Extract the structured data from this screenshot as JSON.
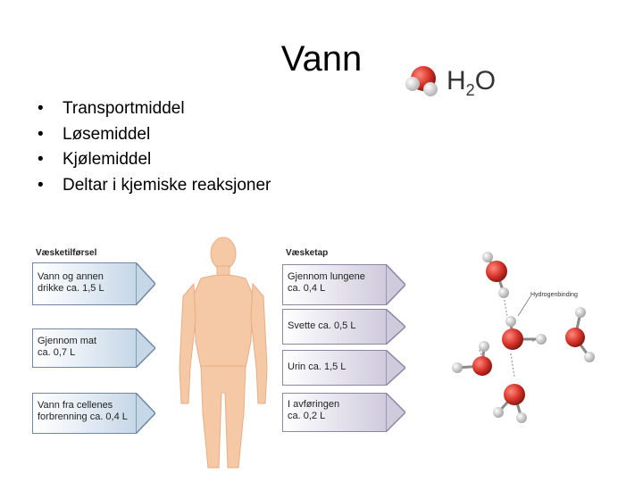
{
  "slide": {
    "title": "Vann",
    "bullets": [
      "Transportmiddel",
      "Løsemiddel",
      "Kjølemiddel",
      "Deltar i kjemiske reaksjoner"
    ],
    "formula": {
      "main": "H",
      "sub": "2",
      "tail": "O"
    }
  },
  "figure": {
    "intake_label": "Væsketilførsel",
    "intake": [
      {
        "line1": "Vann og annen",
        "line2": "drikke ca. 1,5 L"
      },
      {
        "line1": "Gjennom mat",
        "line2": "ca. 0,7 L"
      },
      {
        "line1": "Vann fra cellenes",
        "line2": "forbrenning ca. 0,4 L"
      }
    ],
    "loss_label": "Væsketap",
    "loss": [
      {
        "line1": "Gjennom lungene",
        "line2": "ca. 0,4 L"
      },
      {
        "line1": "Svette ca. 0,5 L",
        "line2": ""
      },
      {
        "line1": "Urin ca. 1,5 L",
        "line2": ""
      },
      {
        "line1": "I avføringen",
        "line2": "ca. 0,2 L"
      }
    ],
    "molecule_label": "Hydrogenbinding"
  },
  "colors": {
    "oxygen": "#d9362b",
    "hydrogen": "#d8d8d8",
    "body": "#f6c9a6",
    "arrow_left": "#c6d7e6",
    "arrow_right": "#cfcbdc"
  }
}
